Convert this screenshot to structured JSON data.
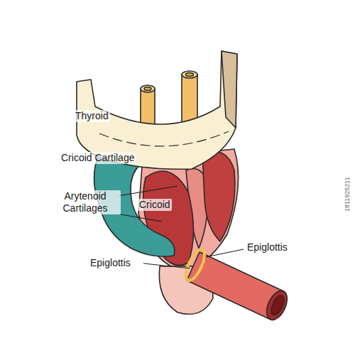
{
  "diagram": {
    "labels": [
      "Thyroid",
      "Cricoid Cartilage",
      "Arytenoid Cartilages",
      "Cricoid",
      "Epiglottis",
      "Epiglottis",
      "1811925211"
    ]
  }
}
